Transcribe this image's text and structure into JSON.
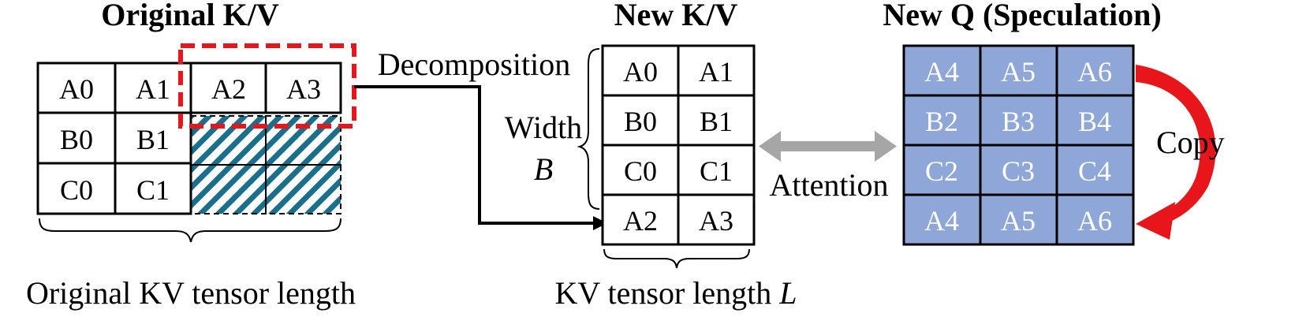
{
  "titles": {
    "original_kv": "Original K/V",
    "new_kv": "New K/V",
    "new_q": "New Q (Speculation)"
  },
  "labels": {
    "decomposition": "Decomposition",
    "width": "Width",
    "width_symbol": "B",
    "attention": "Attention",
    "copy": "Copy",
    "original_length": "Original KV tensor length",
    "kv_length_prefix": "KV tensor length ",
    "kv_length_symbol": "L"
  },
  "original_kv": {
    "rows": [
      [
        "A0",
        "A1",
        "A2",
        "A3"
      ],
      [
        "B0",
        "B1",
        "",
        ""
      ],
      [
        "C0",
        "C1",
        "",
        ""
      ]
    ]
  },
  "new_kv": {
    "rows": [
      [
        "A0",
        "A1"
      ],
      [
        "B0",
        "B1"
      ],
      [
        "C0",
        "C1"
      ],
      [
        "A2",
        "A3"
      ]
    ]
  },
  "new_q": {
    "rows": [
      [
        "A4",
        "A5",
        "A6"
      ],
      [
        "B2",
        "B3",
        "B4"
      ],
      [
        "C2",
        "C3",
        "C4"
      ],
      [
        "A4",
        "A5",
        "A6"
      ]
    ]
  },
  "colors": {
    "dashed_box": "#e8161b",
    "hatch": "#1a6f8c",
    "q_fill": "#8fa6d9",
    "attention_arrow": "#a6a6a6",
    "copy_arrow": "#e8161b"
  }
}
